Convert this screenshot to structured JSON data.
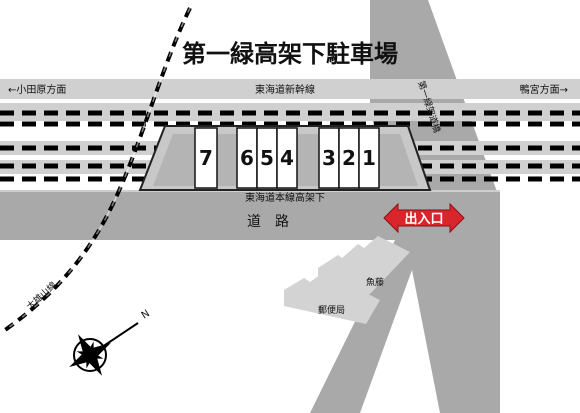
{
  "title": "第一緑高架下駐車場",
  "shinkansen": {
    "label": "東海道新幹線",
    "left_direction": "←小田原方面",
    "right_direction": "鴨宮方面→"
  },
  "viaduct_label": "第一緑架道橋",
  "honsen_label": "東海道本線高架下",
  "road_label": "道路",
  "entrance_label": "出入口",
  "railway_label": "大雄山線",
  "parking_slots": [
    "7",
    "6",
    "5",
    "4",
    "3",
    "2",
    "1"
  ],
  "buildings": {
    "uoto": "魚藤",
    "post_office": "郵便局"
  },
  "compass": {
    "north": "N"
  },
  "colors": {
    "road_gray": "#a9a9a9",
    "lot_gray": "#c8c8c8",
    "building_gray": "#d3d3d3",
    "entrance_red": "#d9262c"
  }
}
